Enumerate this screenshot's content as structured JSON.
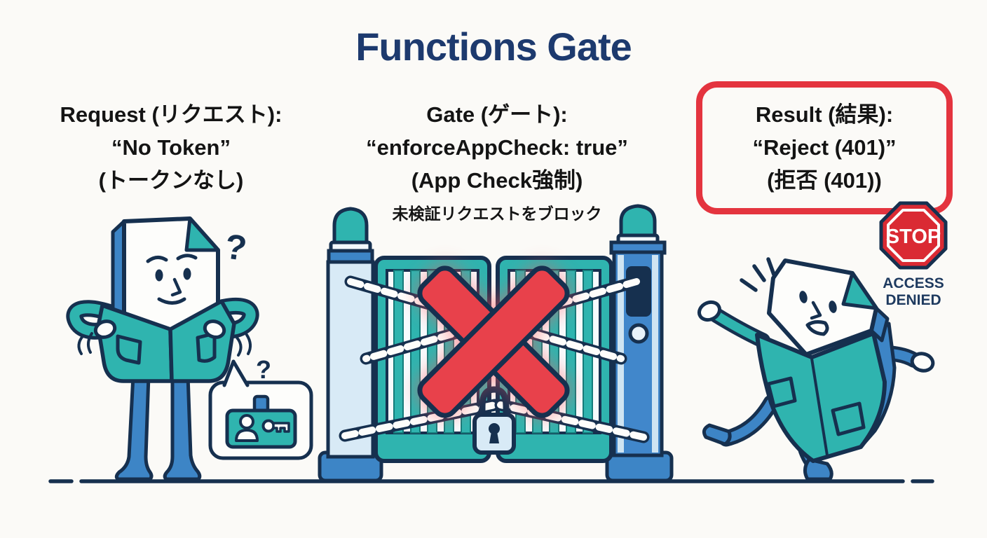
{
  "title": "Functions Gate",
  "labels": {
    "request": {
      "line1": "Request (リクエスト):",
      "line2": "“No Token”",
      "line3": "(トークンなし)"
    },
    "gate": {
      "line1": "Gate (ゲート):",
      "line2": "“enforceAppCheck: true”",
      "line3": "(App Check強制)",
      "subtitle": "未検証リクエストをブロック"
    },
    "result": {
      "line1": "Result (結果):",
      "line2": "“Reject (401)”",
      "line3": "(拒否 (401))"
    }
  },
  "stop_sign": {
    "label": "STOP",
    "caption_line1": "ACCESS",
    "caption_line2": "DENIED"
  },
  "question_marks": {
    "head": "?",
    "bubble": "?"
  },
  "colors": {
    "title_navy": "#1d3a6e",
    "outline_navy": "#16304f",
    "teal": "#2fb4af",
    "blue": "#3d85c6",
    "light_blue": "#d8eaf6",
    "red_x": "#e8414b",
    "stop_red": "#da2a33",
    "result_box_red": "#e4343f",
    "text_black": "#141414",
    "background": "#fbfaf7"
  }
}
